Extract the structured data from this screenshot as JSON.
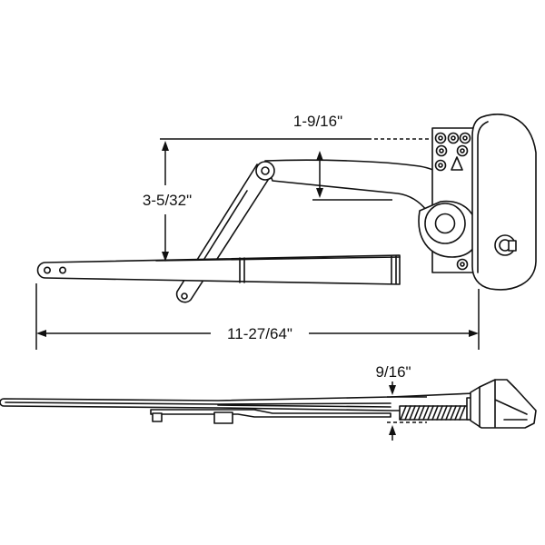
{
  "dimensions": {
    "arm_offset": "1-9/16\"",
    "arm_height": "3-5/32\"",
    "overall_length": "11-27/64\"",
    "profile_height": "9/16\""
  },
  "colors": {
    "line": "#111111",
    "background": "#ffffff"
  }
}
